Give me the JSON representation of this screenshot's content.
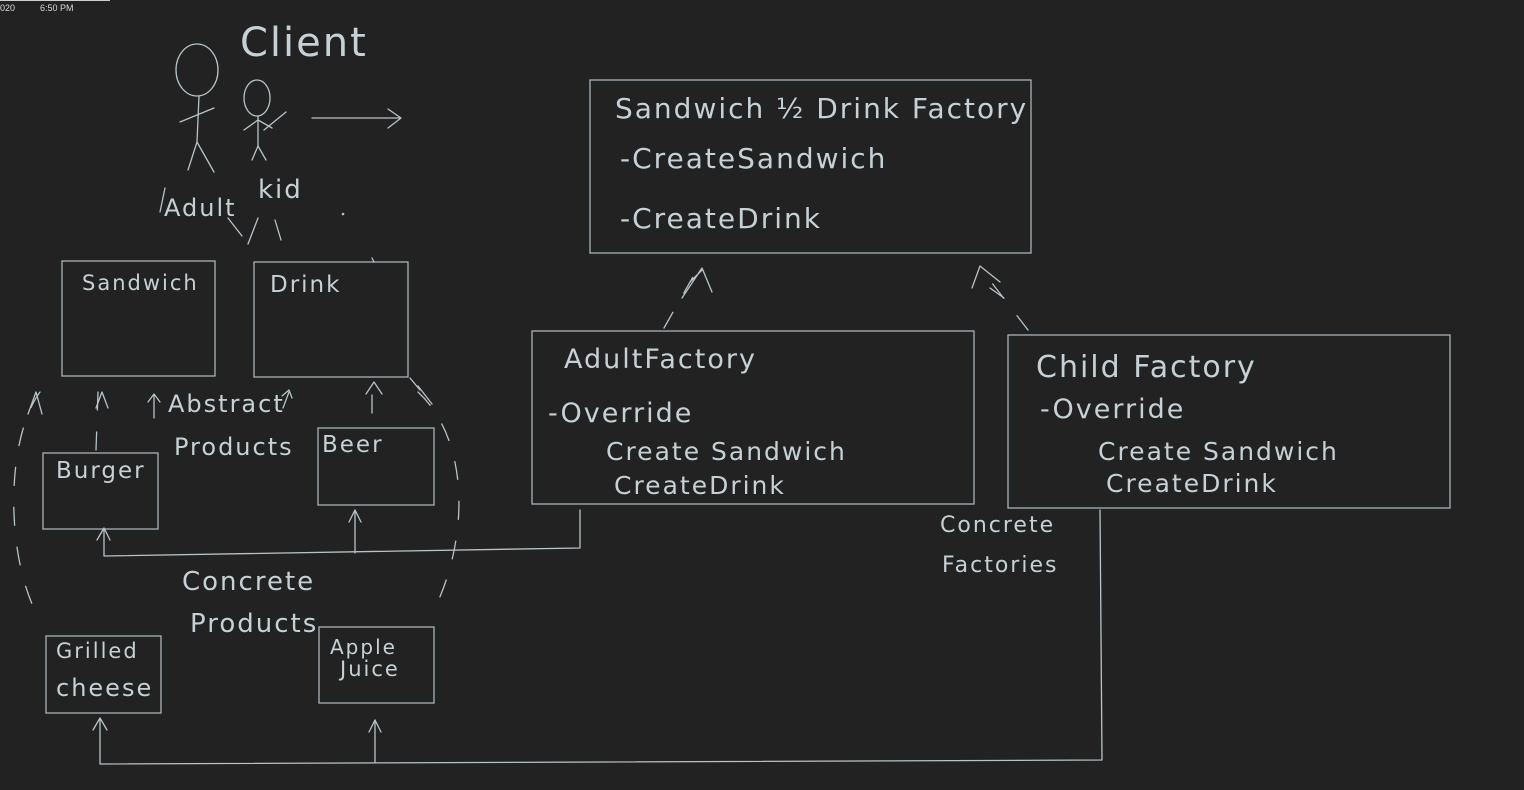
{
  "status": {
    "year": "020",
    "time": "6:50 PM"
  },
  "client": {
    "title": "Client",
    "adult_label": "Adult",
    "kid_label": "kid"
  },
  "abstract_products": {
    "sandwich": "Sandwich",
    "drink": "Drink",
    "label_line1": "Abstract",
    "label_line2": "Products"
  },
  "concrete_products": {
    "burger": "Burger",
    "beer": "Beer",
    "grilled_cheese_line1": "Grilled",
    "grilled_cheese_line2": "cheese",
    "apple_juice_line1": "Apple",
    "apple_juice_line2": "Juice",
    "label_line1": "Concrete",
    "label_line2": "Products"
  },
  "abstract_factory": {
    "title": "Sandwich ½ Drink Factory",
    "method1": "-CreateSandwich",
    "method2": "-CreateDrink"
  },
  "adult_factory": {
    "title": "AdultFactory",
    "override": "-Override",
    "method1": "Create Sandwich",
    "method2": "CreateDrink"
  },
  "child_factory": {
    "title": "Child Factory",
    "override": "-Override",
    "method1": "Create Sandwich",
    "method2": "CreateDrink"
  },
  "concrete_factories": {
    "label_line1": "Concrete",
    "label_line2": "Factories"
  }
}
